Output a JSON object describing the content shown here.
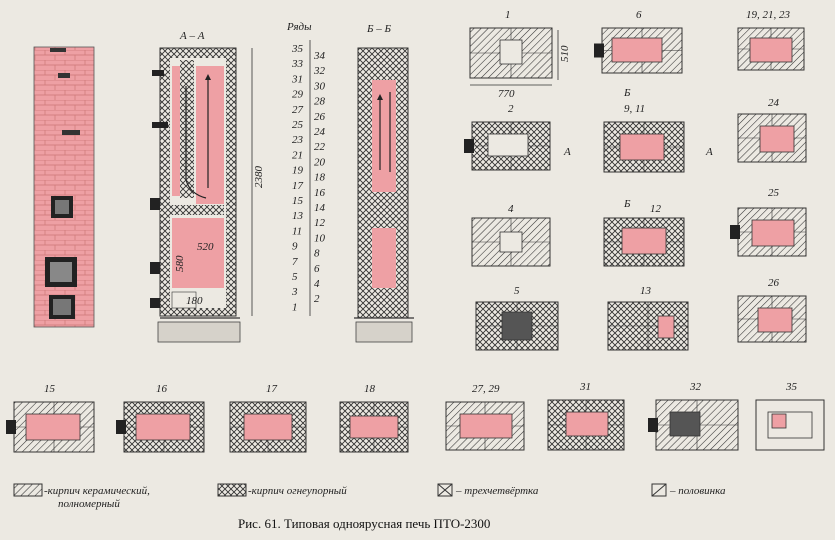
{
  "caption": "Рис. 61. Типовая одноярусная печь ПТО-2300",
  "sections": {
    "aa": "А – А",
    "bb": "Б – Б",
    "rows_title": "Ряды"
  },
  "rows_left": [
    "35",
    "33",
    "31",
    "29",
    "27",
    "25",
    "23",
    "21",
    "19",
    "17",
    "15",
    "13",
    "11",
    "9",
    "7",
    "5",
    "3",
    "1"
  ],
  "rows_right": [
    "34",
    "32",
    "30",
    "28",
    "26",
    "24",
    "22",
    "20",
    "18",
    "16",
    "14",
    "12",
    "10",
    "8",
    "6",
    "4",
    "2"
  ],
  "dimensions": {
    "height": "2380",
    "d520": "520",
    "d580": "580",
    "d180": "180",
    "width": "770",
    "depth": "510"
  },
  "section_marks": {
    "a_left": "А",
    "a_right": "А",
    "b_top": "Б",
    "b_bottom": "Б"
  },
  "plans": [
    {
      "label": "1"
    },
    {
      "label": "6"
    },
    {
      "label": "19, 21, 23"
    },
    {
      "label": "2"
    },
    {
      "label": "9, 11"
    },
    {
      "label": "24"
    },
    {
      "label": "4"
    },
    {
      "label": "12"
    },
    {
      "label": "25"
    },
    {
      "label": "5"
    },
    {
      "label": "13"
    },
    {
      "label": "26"
    },
    {
      "label": "15"
    },
    {
      "label": "16"
    },
    {
      "label": "17"
    },
    {
      "label": "18"
    },
    {
      "label": "27, 29"
    },
    {
      "label": "31"
    },
    {
      "label": "32"
    },
    {
      "label": "35"
    }
  ],
  "legend": [
    {
      "text": "-кирпич керамический,",
      "text2": "полномерный"
    },
    {
      "text": "-кирпич огнеупорный"
    },
    {
      "text": "– трехчетвёртка"
    },
    {
      "text": "– половинка"
    }
  ],
  "colors": {
    "pink": "#eea0a4",
    "line": "#2a2a2a",
    "paper": "#ece9e2"
  }
}
